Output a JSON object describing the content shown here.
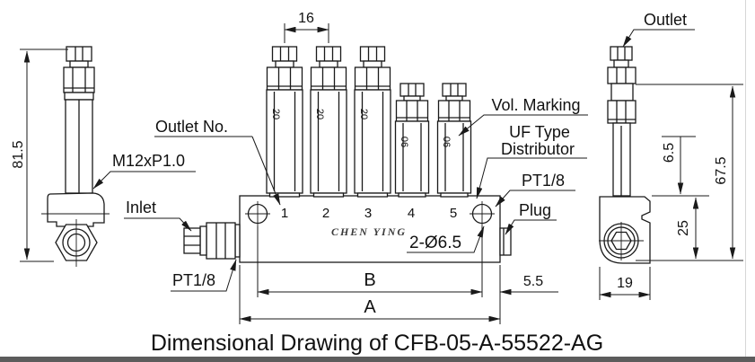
{
  "title": "Dimensional Drawing of CFB-05-A-55522-AG",
  "brand": "CHEN YING",
  "colors": {
    "line": "#1a1a1a",
    "background": "#ffffff"
  },
  "labels": {
    "outlet_no": "Outlet No.",
    "thread": "M12xP1.0",
    "inlet": "Inlet",
    "inlet_port": "PT1/8",
    "vol_marking": "Vol. Marking",
    "uf_type_line1": "UF Type",
    "uf_type_line2": "Distributor",
    "outlet_port": "PT1/8",
    "plug": "Plug",
    "outlet": "Outlet",
    "mounting_holes": "2-Ø6.5"
  },
  "dimensions": {
    "outlet_spacing": "16",
    "fitting_height": "81.5",
    "hole_span": "B",
    "body_length": "A",
    "end_offset": "5.5",
    "port_offset": "6.5",
    "total_height": "67.5",
    "body_height": "25",
    "body_width": "19"
  },
  "outlets": {
    "numbers": [
      "1",
      "2",
      "3",
      "4",
      "5"
    ],
    "markings": [
      "20",
      "20",
      "20",
      "06",
      "06"
    ]
  }
}
